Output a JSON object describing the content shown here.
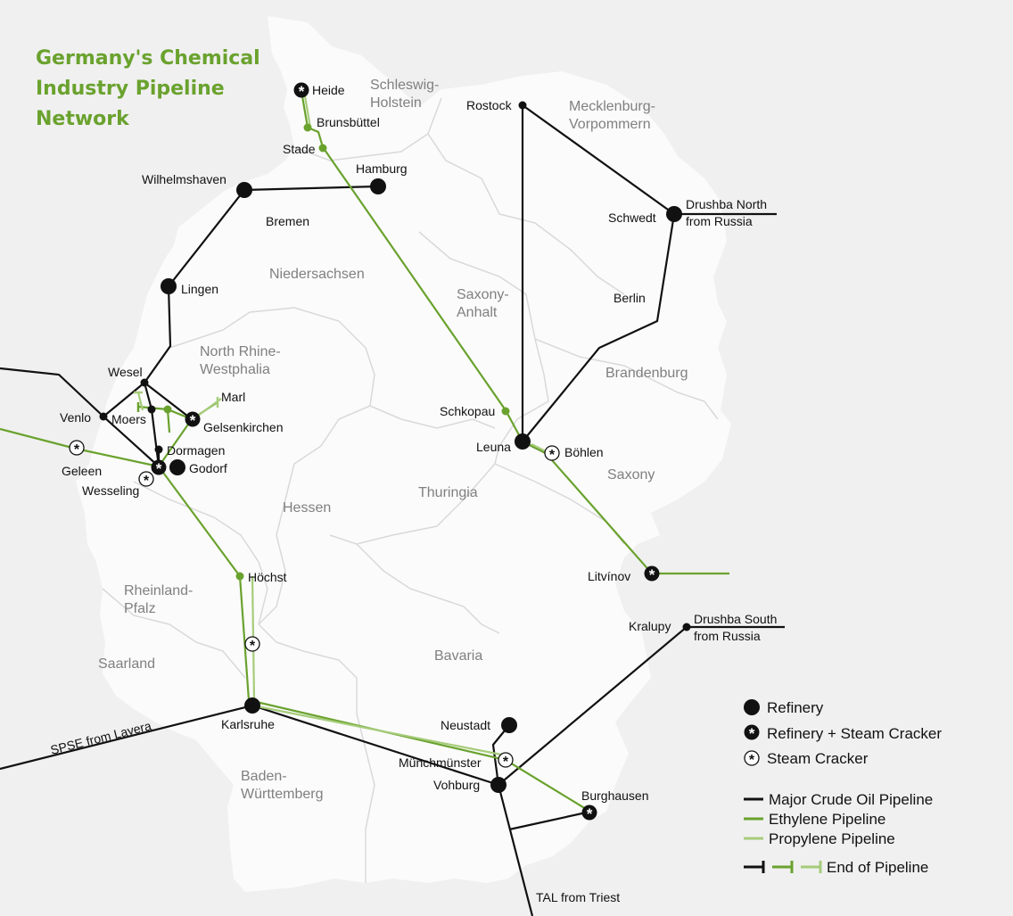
{
  "title": [
    "Germany's Chemical",
    "Industry Pipeline",
    "Network"
  ],
  "regions": {
    "schleswig": [
      "Schleswig-",
      "Holstein"
    ],
    "mecklenburg": [
      "Mecklenburg-",
      "Vorpommern"
    ],
    "niedersachsen": "Niedersachsen",
    "saxony_anhalt": [
      "Saxony-",
      "Anhalt"
    ],
    "brandenburg": "Brandenburg",
    "nrw": [
      "North Rhine-",
      "Westphalia"
    ],
    "thuringia": "Thuringia",
    "saxony": "Saxony",
    "hessen": "Hessen",
    "rheinland": [
      "Rheinland-",
      "Pfalz"
    ],
    "saarland": "Saarland",
    "bavaria": "Bavaria",
    "baden": [
      "Baden-",
      "Württemberg"
    ],
    "bremen": "Bremen",
    "berlin": "Berlin"
  },
  "cities": {
    "heide": "Heide",
    "brunsbuettel": "Brunsbüttel",
    "stade": "Stade",
    "hamburg": "Hamburg",
    "rostock": "Rostock",
    "wilhelmshaven": "Wilhelmshaven",
    "schwedt": "Schwedt",
    "lingen": "Lingen",
    "wesel": "Wesel",
    "marl": "Marl",
    "venlo": "Venlo",
    "moers": "Moers",
    "gelsenkirchen": "Gelsenkirchen",
    "dormagen": "Dormagen",
    "godorf": "Godorf",
    "geleen": "Geleen",
    "wesseling": "Wesseling",
    "schkopau": "Schkopau",
    "leuna": "Leuna",
    "boehlen": "Böhlen",
    "hoechst": "Höchst",
    "litvinov": "Litvínov",
    "kralupy": "Kralupy",
    "karlsruhe": "Karlsruhe",
    "neustadt": "Neustadt",
    "muenchmuenster": "Münchmünster",
    "vohburg": "Vohburg",
    "burghausen": "Burghausen"
  },
  "pipelines": {
    "drushba_north": [
      "Drushba North",
      "from Russia"
    ],
    "drushba_south": [
      "Drushba South",
      "from Russia"
    ],
    "spse": "SPSE from Lavera",
    "tal": "TAL from Triest"
  },
  "legend": {
    "refinery": "Refinery",
    "refinery_cracker": "Refinery + Steam Cracker",
    "cracker": "Steam Cracker",
    "crude": "Major Crude Oil Pipeline",
    "ethylene": "Ethylene Pipeline",
    "propylene": "Propylene Pipeline",
    "end": "End of Pipeline"
  },
  "colors": {
    "background": "#f0f0f0",
    "land": "#fbfbfb",
    "borders": "#d9d9d9",
    "crude_oil": "#111111",
    "ethylene": "#6aa22e",
    "propylene": "#a6cc7a",
    "title": "#6aa22e",
    "region_text": "#808080"
  }
}
